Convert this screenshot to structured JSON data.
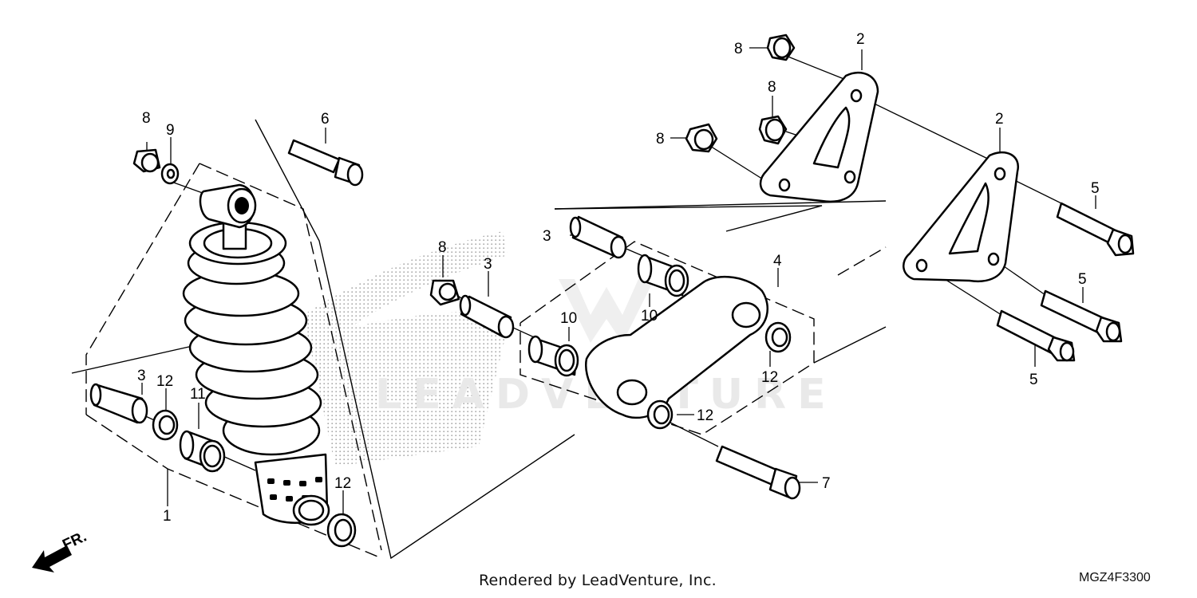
{
  "footer": {
    "credit": "Rendered by LeadVenture, Inc.",
    "diagram_code": "MGZ4F3300"
  },
  "direction_marker": "FR.",
  "watermark": {
    "text": "LEADVENTURE"
  },
  "callouts": {
    "c1": "1",
    "c2a": "2",
    "c2b": "2",
    "c3a": "3",
    "c3b": "3",
    "c3c": "3",
    "c4": "4",
    "c5a": "5",
    "c5b": "5",
    "c5c": "5",
    "c6": "6",
    "c7": "7",
    "c8a": "8",
    "c8b": "8",
    "c8c": "8",
    "c8d": "8",
    "c8e": "8",
    "c9": "9",
    "c10a": "10",
    "c10b": "10",
    "c11": "11",
    "c12a": "12",
    "c12b": "12",
    "c12c": "12",
    "c12d": "12"
  }
}
